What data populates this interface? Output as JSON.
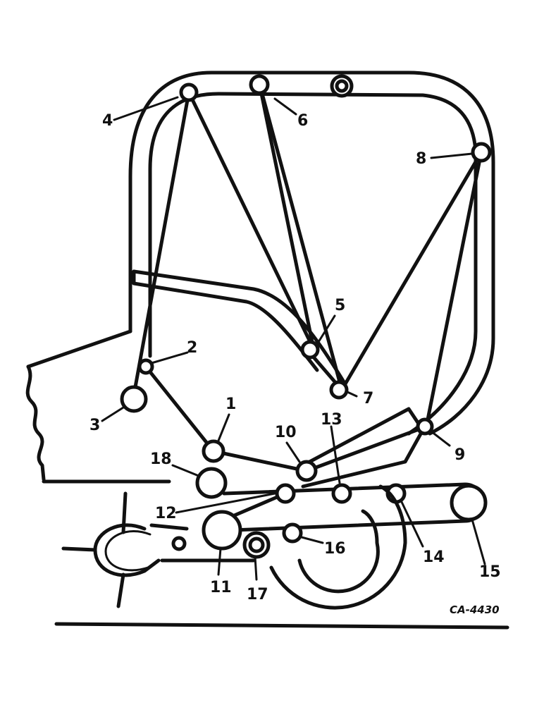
{
  "callouts": [
    "1",
    "2",
    "3",
    "4",
    "5",
    "6",
    "7",
    "8",
    "9",
    "10",
    "11",
    "12",
    "13",
    "14",
    "15",
    "16",
    "17",
    "18"
  ],
  "figure_code": "CA-4430"
}
